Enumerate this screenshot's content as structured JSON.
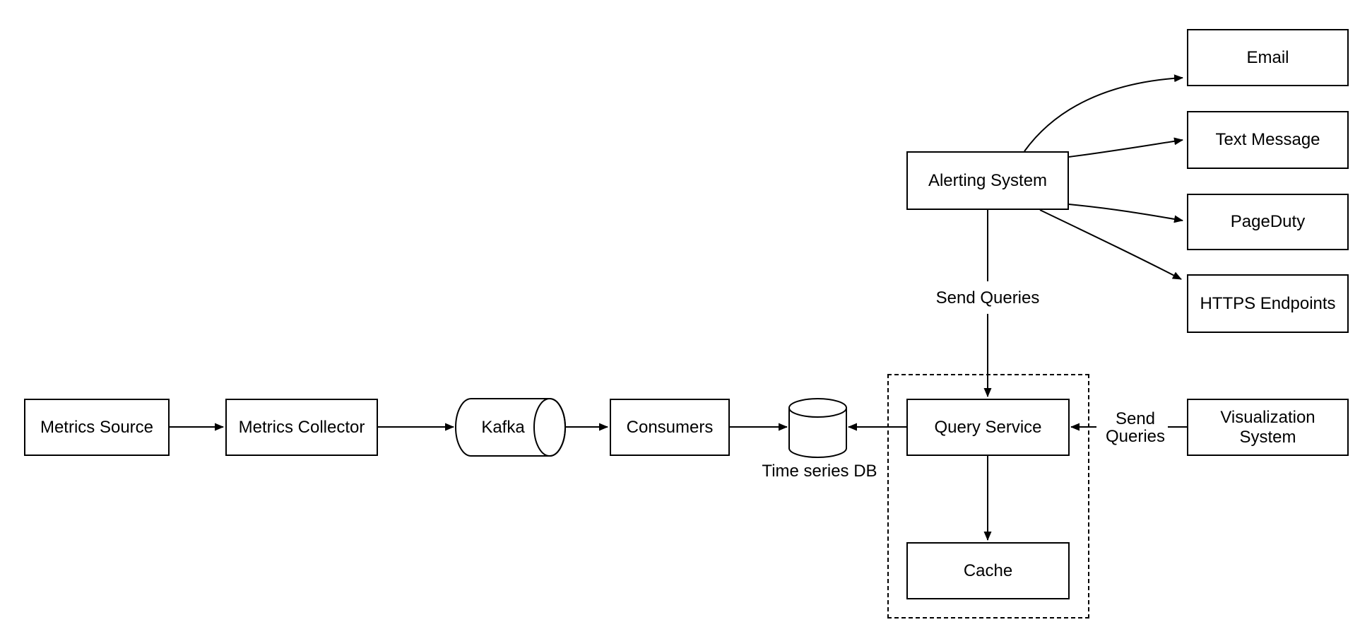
{
  "diagram": {
    "background_color": "#ffffff",
    "stroke_color": "#000000",
    "nodes": {
      "metrics_source": {
        "label": "Metrics Source",
        "shape": "rectangle"
      },
      "metrics_collector": {
        "label": "Metrics Collector",
        "shape": "rectangle"
      },
      "kafka": {
        "label": "Kafka",
        "shape": "horizontal-cylinder"
      },
      "consumers": {
        "label": "Consumers",
        "shape": "rectangle"
      },
      "time_series_db": {
        "label": "Time series DB",
        "shape": "database-cylinder"
      },
      "query_service": {
        "label": "Query Service",
        "shape": "rectangle"
      },
      "cache": {
        "label": "Cache",
        "shape": "rectangle"
      },
      "alerting_system": {
        "label": "Alerting System",
        "shape": "rectangle"
      },
      "email": {
        "label": "Email",
        "shape": "rectangle"
      },
      "text_message": {
        "label": "Text Message",
        "shape": "rectangle"
      },
      "pageduty": {
        "label": "PageDuty",
        "shape": "rectangle"
      },
      "https_endpoints": {
        "label": "HTTPS Endpoints",
        "shape": "rectangle"
      },
      "visualization_system": {
        "label": "Visualization System",
        "shape": "rectangle"
      }
    },
    "edge_labels": {
      "alerting_to_query": "Send Queries",
      "visualization_to_query": "Send Queries"
    },
    "edges": [
      {
        "from": "Metrics Source",
        "to": "Metrics Collector"
      },
      {
        "from": "Metrics Collector",
        "to": "Kafka"
      },
      {
        "from": "Kafka",
        "to": "Consumers"
      },
      {
        "from": "Consumers",
        "to": "Time series DB"
      },
      {
        "from": "Query Service",
        "to": "Time series DB"
      },
      {
        "from": "Alerting System",
        "to": "Query Service",
        "label": "Send Queries"
      },
      {
        "from": "Query Service",
        "to": "Cache"
      },
      {
        "from": "Visualization System",
        "to": "Query Service",
        "label": "Send Queries"
      },
      {
        "from": "Alerting System",
        "to": "Email"
      },
      {
        "from": "Alerting System",
        "to": "Text Message"
      },
      {
        "from": "Alerting System",
        "to": "PageDuty"
      },
      {
        "from": "Alerting System",
        "to": "HTTPS Endpoints"
      }
    ]
  }
}
